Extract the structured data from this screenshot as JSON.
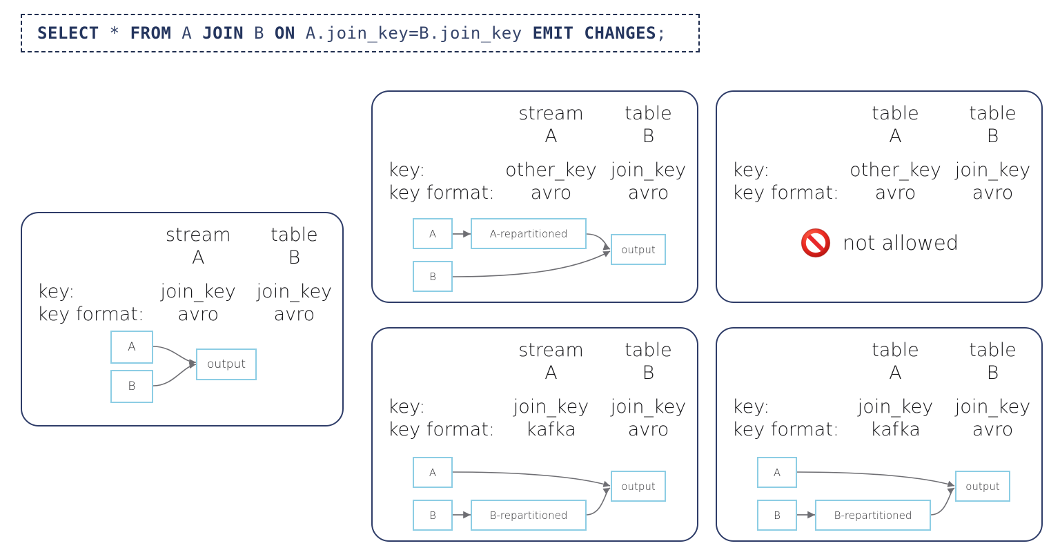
{
  "query": {
    "tokens": [
      {
        "t": "SELECT",
        "kw": true
      },
      {
        "t": " * ",
        "kw": false
      },
      {
        "t": "FROM",
        "kw": true
      },
      {
        "t": " A ",
        "kw": false
      },
      {
        "t": "JOIN",
        "kw": true
      },
      {
        "t": " B ",
        "kw": false
      },
      {
        "t": "ON",
        "kw": true
      },
      {
        "t": " A.join_key=B.join_key ",
        "kw": false
      },
      {
        "t": "EMIT CHANGES",
        "kw": true
      },
      {
        "t": ";",
        "kw": false
      }
    ],
    "full_text": "SELECT * FROM A JOIN B ON A.join_key=B.join_key EMIT CHANGES;"
  },
  "labels": {
    "key": "key:",
    "key_format": "key format:",
    "not_allowed": "not allowed",
    "ban_icon": "prohibition-icon"
  },
  "colors": {
    "panel_border": "#2e3c68",
    "node_border": "#8ccde4",
    "arrow": "#6e6e73",
    "sql_text": "#2c3e66",
    "ban_red": "#e8282b"
  },
  "panels": [
    {
      "id": "panel-1",
      "columns": [
        {
          "type": "stream",
          "name": "A",
          "key": "join_key",
          "key_format": "avro"
        },
        {
          "type": "table",
          "name": "B",
          "key": "join_key",
          "key_format": "avro"
        }
      ],
      "nodes": [
        {
          "id": "a",
          "label": "A"
        },
        {
          "id": "b",
          "label": "B"
        },
        {
          "id": "out",
          "label": "output"
        }
      ],
      "not_allowed": false
    },
    {
      "id": "panel-2",
      "columns": [
        {
          "type": "stream",
          "name": "A",
          "key": "other_key",
          "key_format": "avro"
        },
        {
          "type": "table",
          "name": "B",
          "key": "join_key",
          "key_format": "avro"
        }
      ],
      "nodes": [
        {
          "id": "a",
          "label": "A"
        },
        {
          "id": "arep",
          "label": "A-repartitioned"
        },
        {
          "id": "b",
          "label": "B"
        },
        {
          "id": "out",
          "label": "output"
        }
      ],
      "not_allowed": false
    },
    {
      "id": "panel-3",
      "columns": [
        {
          "type": "table",
          "name": "A",
          "key": "other_key",
          "key_format": "avro"
        },
        {
          "type": "table",
          "name": "B",
          "key": "join_key",
          "key_format": "avro"
        }
      ],
      "nodes": [],
      "not_allowed": true
    },
    {
      "id": "panel-4",
      "columns": [
        {
          "type": "stream",
          "name": "A",
          "key": "join_key",
          "key_format": "kafka"
        },
        {
          "type": "table",
          "name": "B",
          "key": "join_key",
          "key_format": "avro"
        }
      ],
      "nodes": [
        {
          "id": "a",
          "label": "A"
        },
        {
          "id": "b",
          "label": "B"
        },
        {
          "id": "brep",
          "label": "B-repartitioned"
        },
        {
          "id": "out",
          "label": "output"
        }
      ],
      "not_allowed": false
    },
    {
      "id": "panel-5",
      "columns": [
        {
          "type": "table",
          "name": "A",
          "key": "join_key",
          "key_format": "kafka"
        },
        {
          "type": "table",
          "name": "B",
          "key": "join_key",
          "key_format": "avro"
        }
      ],
      "nodes": [
        {
          "id": "a",
          "label": "A"
        },
        {
          "id": "b",
          "label": "B"
        },
        {
          "id": "brep",
          "label": "B-repartitioned"
        },
        {
          "id": "out",
          "label": "output"
        }
      ],
      "not_allowed": false
    }
  ]
}
